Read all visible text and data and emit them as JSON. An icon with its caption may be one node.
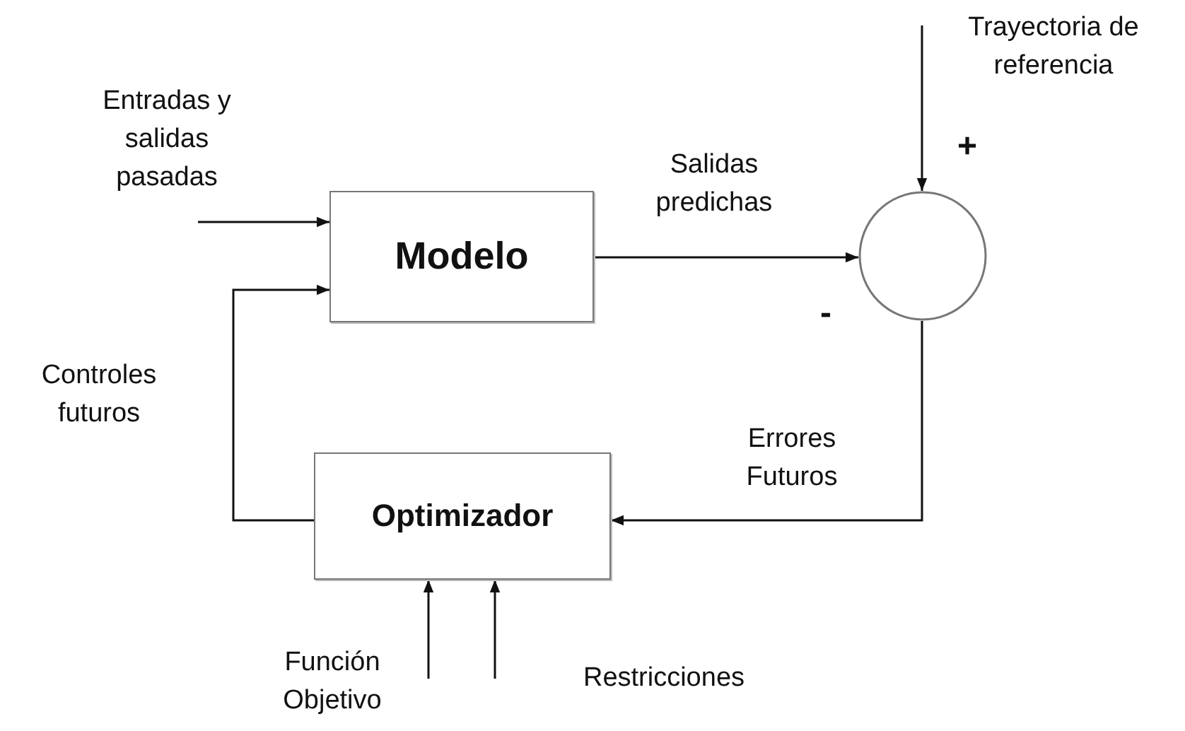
{
  "diagram": {
    "nodes": [
      {
        "text": [
          "Modelo"
        ]
      },
      {
        "text": [],
        "shape": "circle"
      },
      {
        "text": [
          "Optimizador"
        ]
      }
    ],
    "edges": [
      {
        "from": null,
        "to": 0,
        "arrow": "to",
        "label": "Entradas y salidas pasadas"
      },
      {
        "from": 2,
        "to": 0,
        "arrow": "to",
        "label": "Controles futuros"
      },
      {
        "from": 0,
        "to": 1,
        "arrow": "to",
        "label": "Salidas predichas"
      },
      {
        "from": null,
        "to": 1,
        "arrow": "to",
        "label": "Trayectoria de referencia"
      },
      {
        "from": 1,
        "to": 2,
        "arrow": "to",
        "label": "Errores Futuros"
      },
      {
        "from": null,
        "to": 2,
        "arrow": "to",
        "label": "Función Objetivo"
      },
      {
        "from": null,
        "to": 2,
        "arrow": "to",
        "label": "Restricciones"
      }
    ],
    "labels": [
      "+",
      "-"
    ]
  }
}
